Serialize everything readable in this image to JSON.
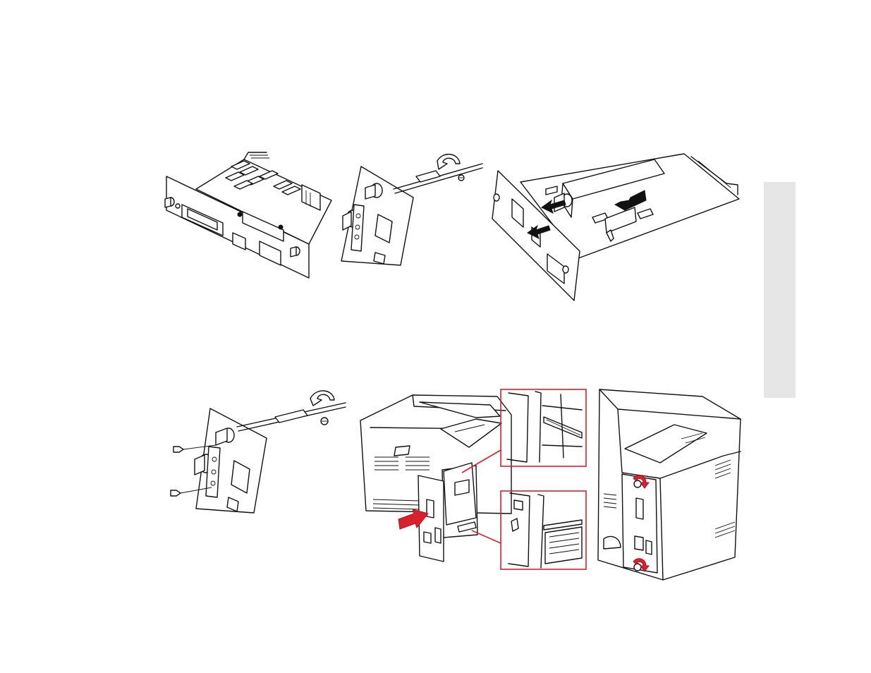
{
  "page": {
    "background": "#ffffff",
    "accent_red": "#d8202e",
    "side_tab_color": "#e6e6e6"
  },
  "figures": [
    {
      "id": "fig-1",
      "depicts": "interface-card-assembly-with-memory-board-and-parallel-connector"
    },
    {
      "id": "fig-2",
      "depicts": "card-bracket-side-view-removing-screw"
    },
    {
      "id": "fig-3",
      "depicts": "sliding-network-card-into-interface-board"
    },
    {
      "id": "fig-4",
      "depicts": "attaching-bracket-with-two-screws"
    },
    {
      "id": "fig-5",
      "depicts": "inserting-interface-card-into-printer-rear-slot"
    },
    {
      "id": "fig-6",
      "depicts": "tightening-thumbscrews-on-installed-card"
    }
  ],
  "callouts": [
    {
      "id": "callout-upper",
      "depicts": "slot-guide-rail-detail"
    },
    {
      "id": "callout-lower",
      "depicts": "lower-rail-engagement-detail"
    }
  ],
  "icons": [
    "rotate-arrow-icon",
    "push-arrow-icon",
    "screw-icon",
    "tighten-arrow-icon"
  ]
}
